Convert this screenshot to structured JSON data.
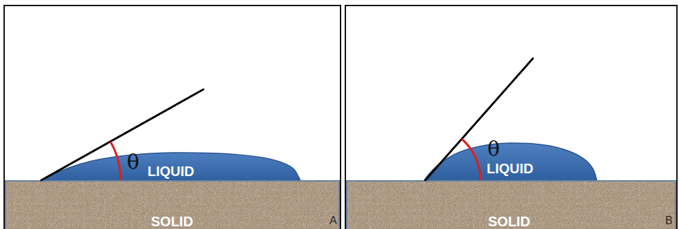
{
  "diagram": {
    "nodes": [
      {
        "text": [
          "A"
        ]
      },
      {
        "text": [
          "LIQUID"
        ],
        "in": 0
      },
      {
        "text": [
          "SOLID"
        ],
        "in": 0
      },
      {
        "text": [
          "B"
        ]
      },
      {
        "text": [
          "LIQUID"
        ],
        "in": 3
      },
      {
        "text": [
          "SOLID"
        ],
        "in": 3
      }
    ],
    "labels": [
      "θ",
      "θ"
    ]
  }
}
